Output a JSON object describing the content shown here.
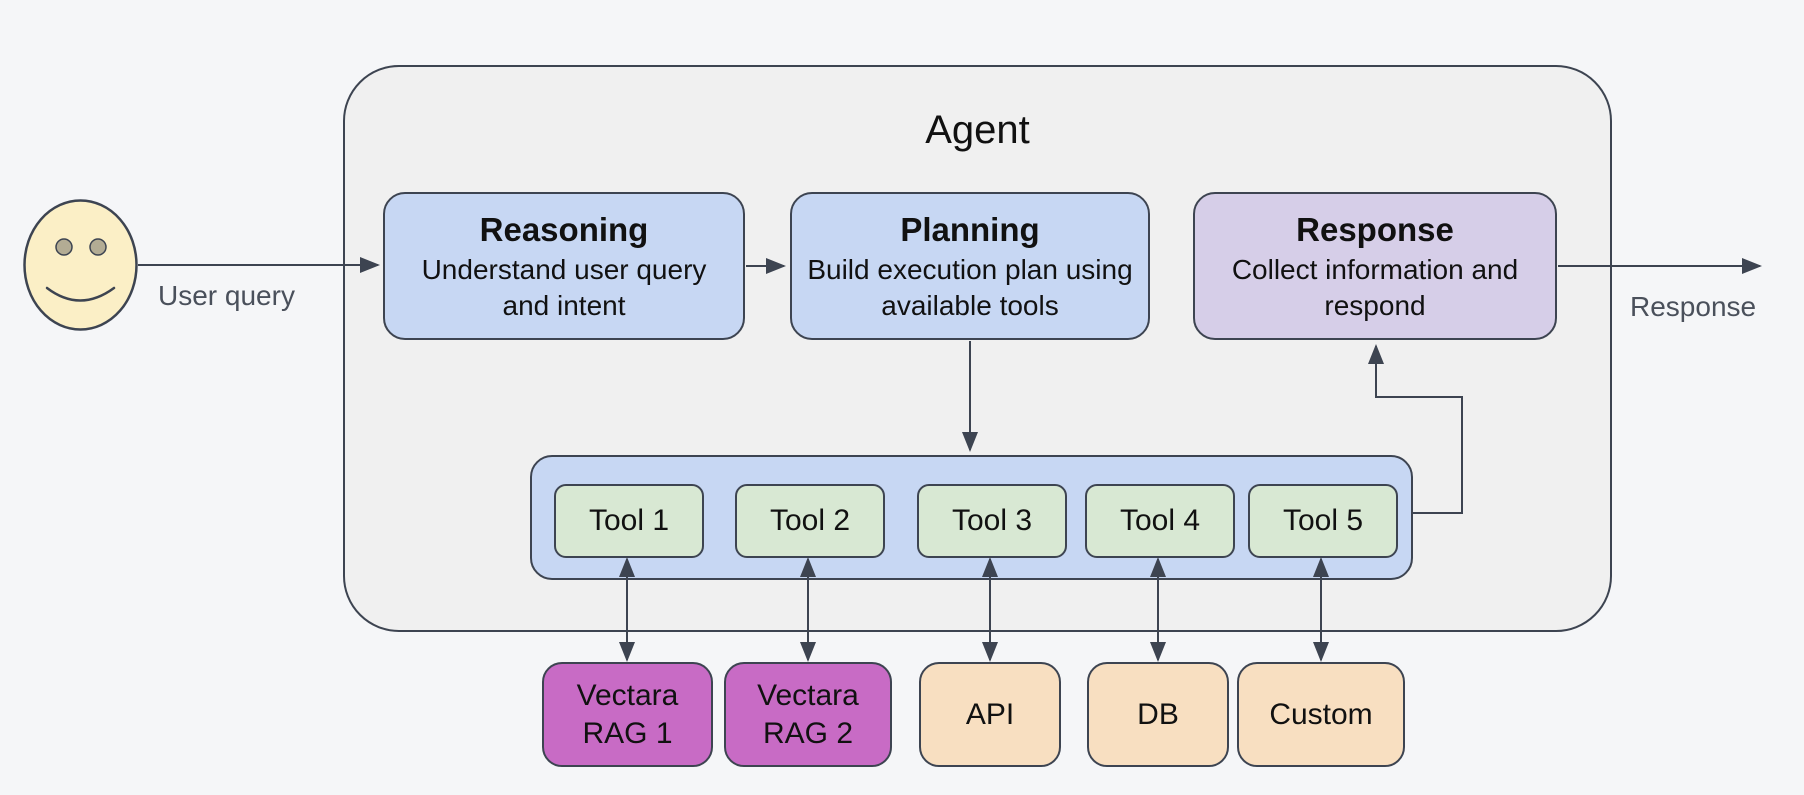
{
  "diagram": {
    "agent": {
      "title": "Agent"
    },
    "user": {
      "icon": "user-face-icon",
      "query_label": "User query"
    },
    "output": {
      "response_label": "Response"
    },
    "processes": [
      {
        "title": "Reasoning",
        "description": "Understand user query and intent"
      },
      {
        "title": "Planning",
        "description": "Build execution plan using available tools"
      },
      {
        "title": "Response",
        "description": "Collect information and respond"
      }
    ],
    "tools": {
      "items": [
        {
          "label": "Tool 1"
        },
        {
          "label": "Tool 2"
        },
        {
          "label": "Tool 3"
        },
        {
          "label": "Tool 4"
        },
        {
          "label": "Tool 5"
        }
      ]
    },
    "resources": [
      {
        "label": "Vectara RAG 1"
      },
      {
        "label": "Vectara RAG 2"
      },
      {
        "label": "API"
      },
      {
        "label": "DB"
      },
      {
        "label": "Custom"
      }
    ],
    "colors": {
      "background": "#F5F6F8",
      "agent_fill": "#F0F0F0",
      "process_blue": "#C7D7F3",
      "response_purple": "#D6CEE8",
      "tools_container_blue": "#C7D7F3",
      "tool_green": "#D8E8D3",
      "vectara_magenta": "#C86BC5",
      "resource_peach": "#F8DFC1",
      "face_yellow": "#FBEFC6",
      "stroke": "#3D4451",
      "flow_label_text": "#4A505B"
    }
  }
}
